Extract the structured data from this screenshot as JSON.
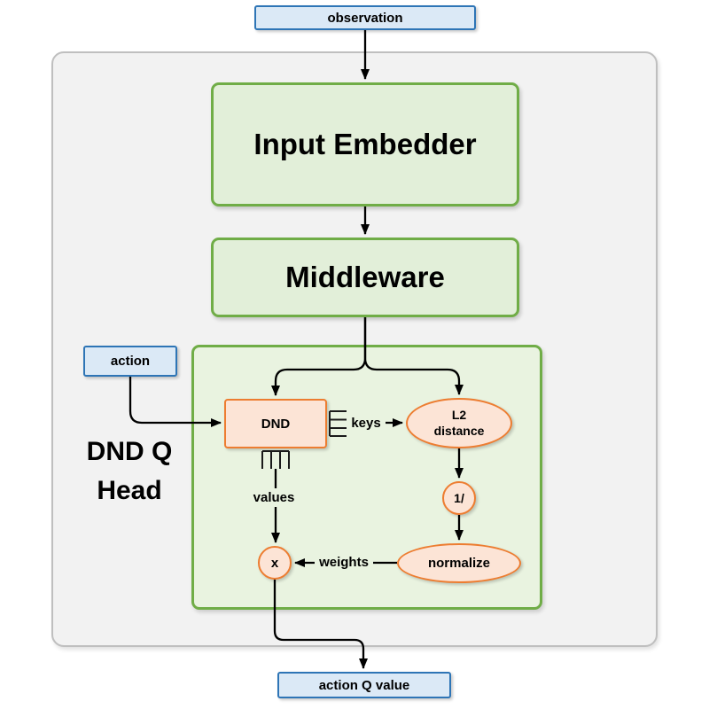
{
  "diagram": {
    "nodes": {
      "observation": {
        "label": "observation"
      },
      "input_embedder": {
        "label": "Input Embedder"
      },
      "middleware": {
        "label": "Middleware"
      },
      "action": {
        "label": "action"
      },
      "dnd": {
        "label": "DND"
      },
      "l2_distance": {
        "line1": "L2",
        "line2": "distance"
      },
      "reciprocal": {
        "label": "1/"
      },
      "normalize": {
        "label": "normalize"
      },
      "multiply": {
        "label": "x"
      },
      "action_q_value": {
        "label": "action Q value"
      }
    },
    "head_label": {
      "line1": "DND Q",
      "line2": "Head"
    },
    "edge_labels": {
      "keys": "keys",
      "values": "values",
      "weights": "weights"
    },
    "colors": {
      "blue_fill": "#dbe9f6",
      "blue_border": "#2e75b6",
      "green_fill": "#e2efd9",
      "green_border": "#70ad47",
      "container_green_fill": "#e9f3e0",
      "orange_fill": "#fce4d6",
      "orange_border": "#ed7d31",
      "gray_fill": "#f2f2f2",
      "gray_border": "#bfbfbf",
      "arrow": "#000000"
    }
  }
}
